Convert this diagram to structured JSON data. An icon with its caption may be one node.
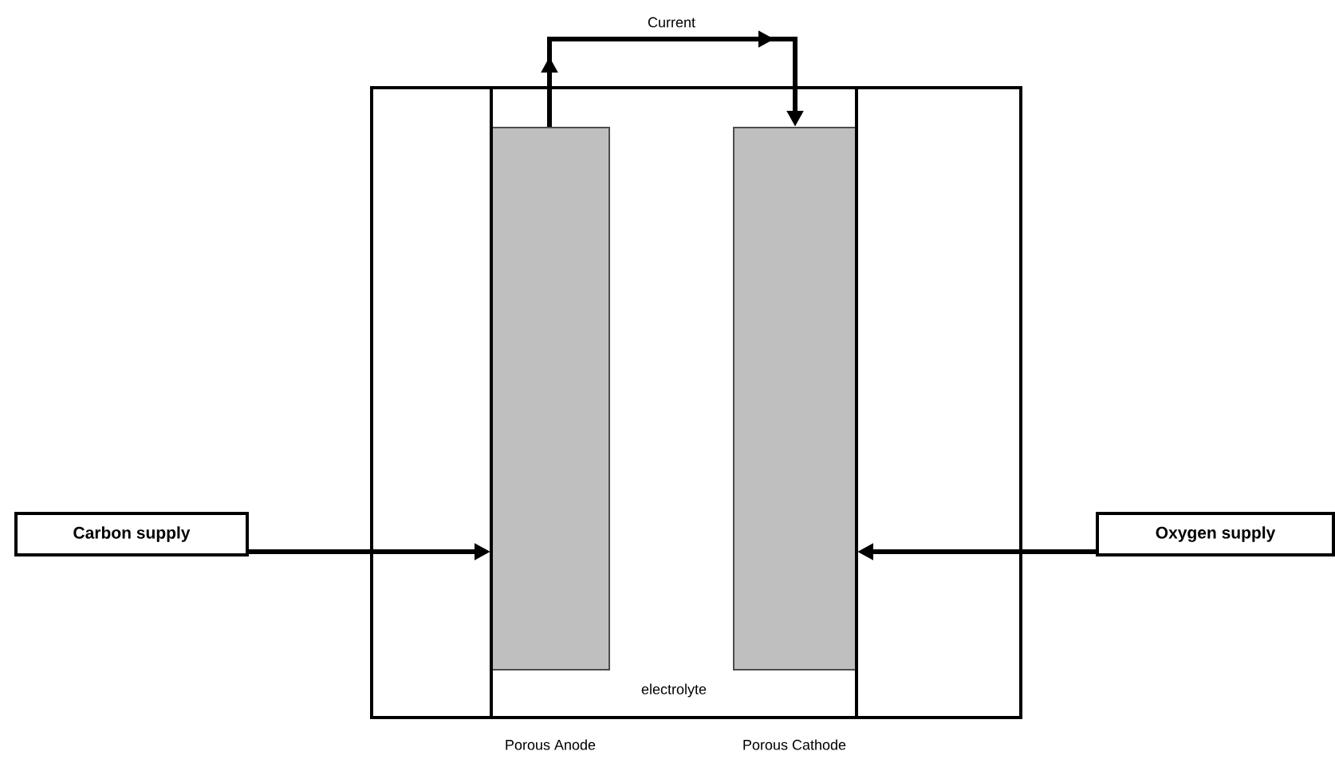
{
  "diagram": {
    "nodes": [
      {
        "text": [
          "electrolyte"
        ]
      },
      {
        "text": [],
        "shape": "box",
        "in": 0
      },
      {
        "text": [],
        "shape": "box",
        "in": 0
      },
      {
        "text": [
          "Carbon supply"
        ]
      },
      {
        "text": [
          "Oxygen supply"
        ]
      }
    ],
    "edges": [
      {
        "from": 1,
        "to": 2,
        "arrow": "to",
        "label": "Current"
      },
      {
        "from": 3,
        "to": 1,
        "arrow": "to"
      },
      {
        "from": 4,
        "to": 2,
        "arrow": "to"
      }
    ],
    "labels": [
      "Porous Anode",
      "Porous Cathode"
    ]
  }
}
